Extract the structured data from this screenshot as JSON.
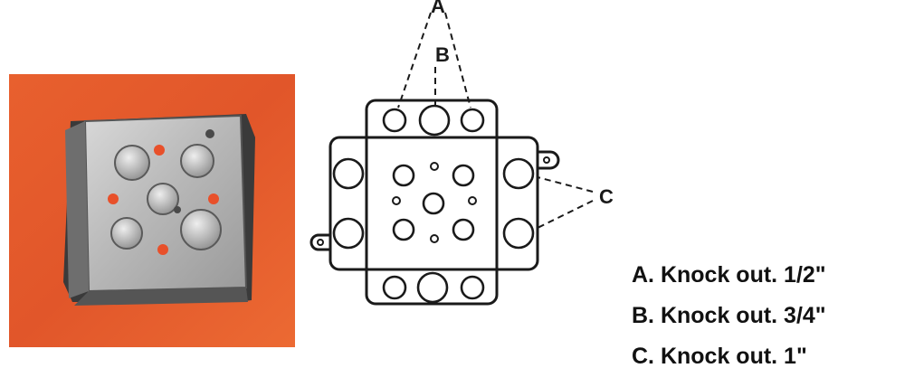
{
  "photo": {
    "background_color": "#e65a2c",
    "marker_color": "#e8502a",
    "box_color": "#c9c9c9"
  },
  "diagram": {
    "callouts": {
      "a": "A",
      "b": "B",
      "c": "C"
    },
    "stroke_color": "#1a1a1a"
  },
  "legend": {
    "items": [
      "A. Knock out. 1/2\"",
      "B. Knock out. 3/4\"",
      "C. Knock out. 1\""
    ]
  }
}
